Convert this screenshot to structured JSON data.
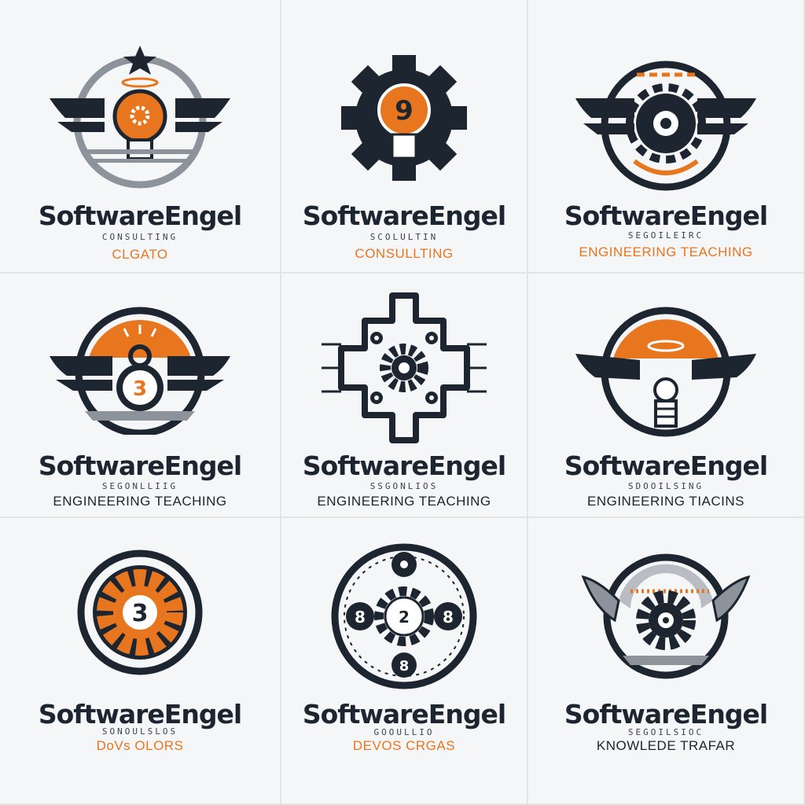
{
  "colors": {
    "orange": "#e8761f",
    "navy": "#1c2530",
    "gray": "#8d939b",
    "bg": "#f5f6f8"
  },
  "logos": [
    {
      "brand": "SoftwareEngel",
      "sub": "CONSULTING",
      "tag": "CLGATO",
      "tag_color": "#e8761f",
      "icon": "winged-lightbulb-gear-icon",
      "num": ""
    },
    {
      "brand": "SoftwareEngel",
      "sub": "SCOLULTIN",
      "tag": "CONSULLTING",
      "tag_color": "#e8761f",
      "icon": "gear-lightbulb-icon",
      "num": "9"
    },
    {
      "brand": "SoftwareEngel",
      "sub": "SEGOILEIRC",
      "tag": "ENGINEERING TEACHING",
      "tag_color": "#e8761f",
      "icon": "winged-gear-icon",
      "num": ""
    },
    {
      "brand": "SoftwareEngel",
      "sub": "SEGONLLIIG",
      "tag": "ENGINEERING TEACHING",
      "tag_color": "#1c2530",
      "icon": "winged-number-icon",
      "num": "3"
    },
    {
      "brand": "SoftwareEngel",
      "sub": "SSGONLIOS",
      "tag": "ENGINEERING  TEACHING",
      "tag_color": "#1c2530",
      "icon": "circuit-gears-icon",
      "num": ""
    },
    {
      "brand": "SoftwareEngel",
      "sub": "SDOOILSING",
      "tag": "ENGINEERING TIACINS",
      "tag_color": "#1c2530",
      "icon": "winged-lightbulb-halo-icon",
      "num": ""
    },
    {
      "brand": "SoftwareEngel",
      "sub": "SONOULSLOS",
      "tag": "DoVs OLORS",
      "tag_color": "#e8761f",
      "icon": "gear-number-icon",
      "num": "3"
    },
    {
      "brand": "SoftwareEngel",
      "sub": "GOOULLIO",
      "tag": "DEVOS CRGAS",
      "tag_color": "#e8761f",
      "icon": "gear-dial-icon",
      "num": "2",
      "num_side": "8"
    },
    {
      "brand": "SoftwareEngel",
      "sub": "SEGOILSIOC",
      "tag": "KNOWLEDE TRAFAR",
      "tag_color": "#1c2530",
      "icon": "winged-gear-gauge-icon",
      "num": ""
    }
  ]
}
